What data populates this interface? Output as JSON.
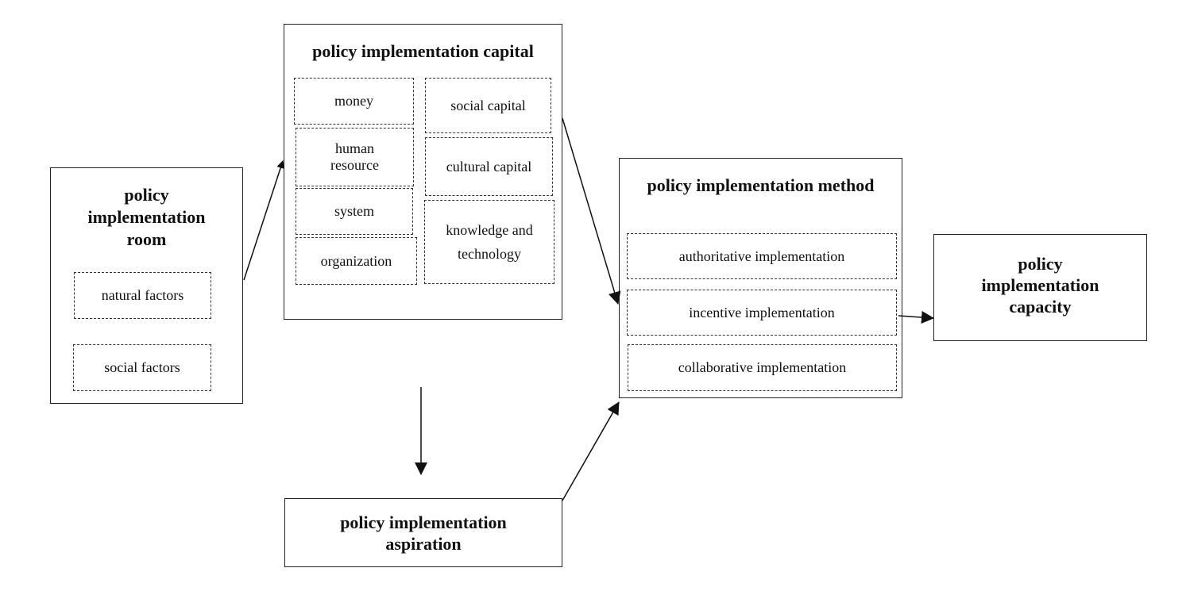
{
  "room": {
    "title": "policy\nimplementation\nroom",
    "items": [
      "natural factors",
      "social factors"
    ]
  },
  "capital": {
    "title": "policy implementation capital",
    "left_items": [
      "money",
      "human\nresource",
      "system",
      "organization"
    ],
    "right_items": [
      "social capital",
      "cultural capital",
      "knowledge and\ntechnology"
    ]
  },
  "method": {
    "title": "policy implementation method",
    "items": [
      "authoritative implementation",
      "incentive implementation",
      "collaborative implementation"
    ]
  },
  "capacity": {
    "title": "policy\nimplementation\ncapacity"
  },
  "aspiration": {
    "title": "policy implementation\naspiration"
  }
}
